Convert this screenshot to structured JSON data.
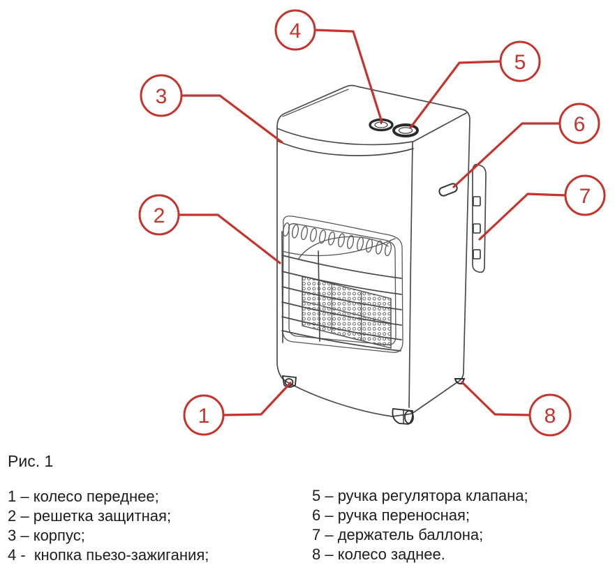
{
  "figure": {
    "caption": "Рис. 1",
    "subject": "газовый обогреватель"
  },
  "colors": {
    "accent_red": "#c5342c",
    "drawing_line": "#4a4a4a",
    "text": "#1c1c1c",
    "background": "#ffffff"
  },
  "callouts": [
    {
      "number": "1",
      "label": "колесо переднее"
    },
    {
      "number": "2",
      "label": "решетка защитная"
    },
    {
      "number": "3",
      "label": "корпус"
    },
    {
      "number": "4",
      "label": "кнопка пьезо-зажигания"
    },
    {
      "number": "5",
      "label": "ручка регулятора клапана"
    },
    {
      "number": "6",
      "label": "ручка переносная"
    },
    {
      "number": "7",
      "label": "держатель баллона"
    },
    {
      "number": "8",
      "label": "колесо заднее"
    }
  ],
  "legend": {
    "left": [
      "1 – колесо переднее;",
      "2 – решетка защитная;",
      "3 – корпус;",
      "4 -  кнопка пьезо-зажигания;"
    ],
    "right": [
      "5 – ручка регулятора клапана;",
      "6 – ручка переносная;",
      "7 – держатель баллона;",
      "8 – колесо заднее."
    ]
  }
}
